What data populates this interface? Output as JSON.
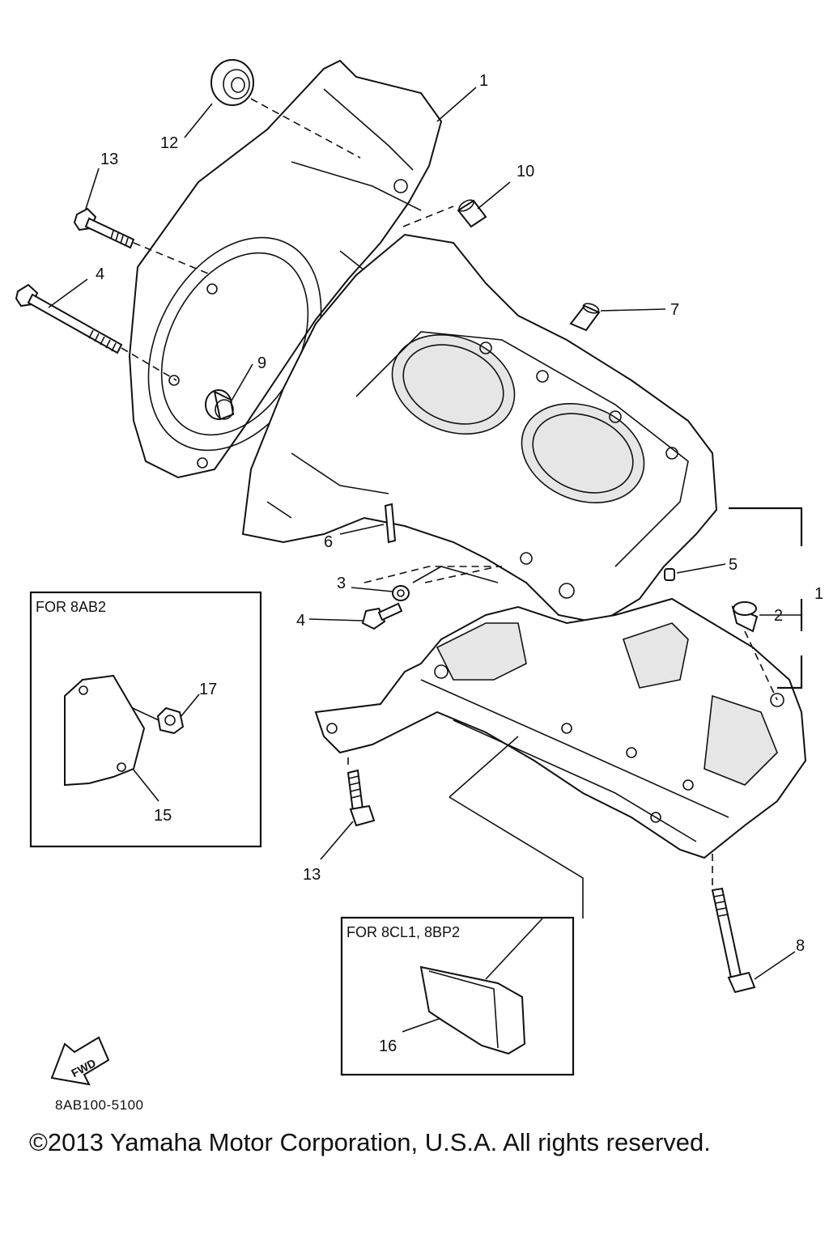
{
  "diagram": {
    "callouts": [
      {
        "id": "c1a",
        "label": "1"
      },
      {
        "id": "c1b",
        "label": "1"
      },
      {
        "id": "c2",
        "label": "2"
      },
      {
        "id": "c3",
        "label": "3"
      },
      {
        "id": "c4a",
        "label": "4"
      },
      {
        "id": "c4b",
        "label": "4"
      },
      {
        "id": "c5",
        "label": "5"
      },
      {
        "id": "c6",
        "label": "6"
      },
      {
        "id": "c7",
        "label": "7"
      },
      {
        "id": "c8",
        "label": "8"
      },
      {
        "id": "c9",
        "label": "9"
      },
      {
        "id": "c10",
        "label": "10"
      },
      {
        "id": "c12",
        "label": "12"
      },
      {
        "id": "c13a",
        "label": "13"
      },
      {
        "id": "c13b",
        "label": "13"
      },
      {
        "id": "c15",
        "label": "15"
      },
      {
        "id": "c16",
        "label": "16"
      },
      {
        "id": "c17",
        "label": "17"
      }
    ],
    "insets": [
      {
        "id": "inset-8ab2",
        "title": "FOR 8AB2"
      },
      {
        "id": "inset-8cl1",
        "title": "FOR 8CL1, 8BP2"
      }
    ],
    "fwd_label": "FWD",
    "diagram_code": "8AB100-5100"
  },
  "footer": {
    "copyright": "©2013 Yamaha Motor Corporation, U.S.A. All rights reserved."
  }
}
